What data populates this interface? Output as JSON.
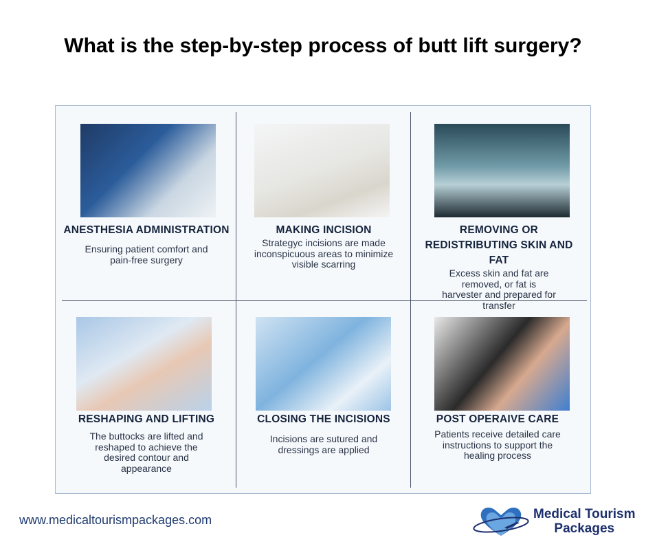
{
  "title": "What is the step-by-step process of butt lift surgery?",
  "steps": [
    {
      "title": "ANESTHESIA ADMINISTRATION",
      "desc": "Ensuring patient comfort and pain-free surgery",
      "image": "anesthesia-photo"
    },
    {
      "title": "MAKING INCISION",
      "desc": "Strategyc incisions are made inconspicuous areas to minimize visible scarring",
      "image": "scalpel-photo"
    },
    {
      "title": "REMOVING OR REDISTRIBUTING SKIN AND FAT",
      "desc": "Excess skin and fat are removed, or fat is harvester and prepared for transfer",
      "image": "operating-room-photo"
    },
    {
      "title": "RESHAPING AND LIFTING",
      "desc": "The buttocks are lifted and reshaped to achieve the desired contour and appearance",
      "image": "reshaping-photo"
    },
    {
      "title": "CLOSING THE INCISIONS",
      "desc": "Incisions are sutured and dressings are applied",
      "image": "suturing-photo"
    },
    {
      "title": "POST OPERAIVE CARE",
      "desc": "Patients receive detailed care instructions to support the healing process",
      "image": "stethoscope-photo"
    }
  ],
  "footer": {
    "url": "www.medicaltourismpackages.com",
    "logo_line1": "Medical Tourism",
    "logo_line2": "Packages"
  },
  "colors": {
    "text": "#16243c",
    "brand": "#1d2f6e",
    "heart": "#2f6fc0"
  }
}
